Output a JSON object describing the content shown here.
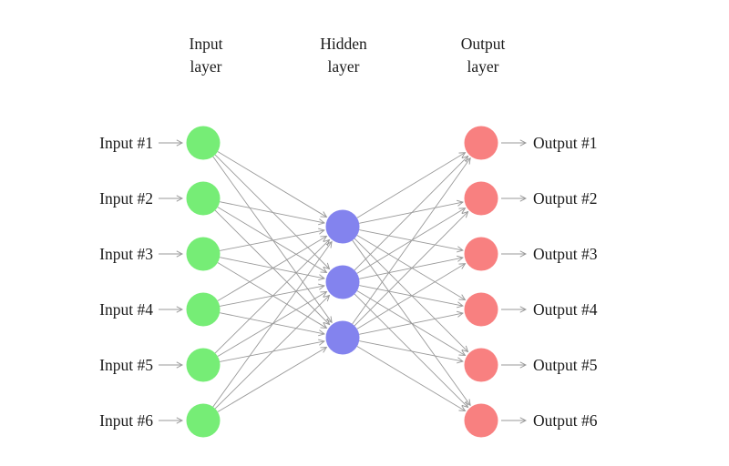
{
  "diagram": {
    "layer_headers": [
      {
        "id": "input",
        "lines": [
          "Input",
          "layer"
        ]
      },
      {
        "id": "hidden",
        "lines": [
          "Hidden",
          "layer"
        ]
      },
      {
        "id": "output",
        "lines": [
          "Output",
          "layer"
        ]
      }
    ],
    "input_labels": [
      "Input #1",
      "Input #2",
      "Input #3",
      "Input #4",
      "Input #5",
      "Input #6"
    ],
    "output_labels": [
      "Output #1",
      "Output #2",
      "Output #3",
      "Output #4",
      "Output #5",
      "Output #6"
    ],
    "node_counts": {
      "input": 6,
      "hidden": 3,
      "output": 6
    },
    "colors": {
      "input_node": "#76ed76",
      "hidden_node": "#8383ee",
      "output_node": "#f88080",
      "edge": "#999999",
      "text": "#1b1b1b",
      "background": "#ffffff"
    }
  }
}
